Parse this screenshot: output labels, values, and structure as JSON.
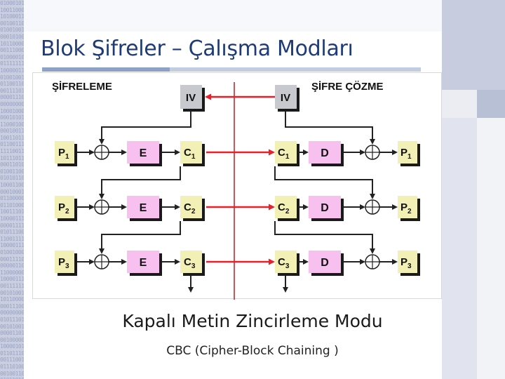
{
  "slide": {
    "title": "Blok Şifreler – Çalışma Modları",
    "subtitle": "Kapalı Metin Zincirleme Modu",
    "caption": "CBC (Cipher-Block Chaining )"
  },
  "diagram": {
    "encrypt_heading": "ŞİFRELEME",
    "decrypt_heading": "ŞİFRE ÇÖZME",
    "iv_label": "IV",
    "encrypt_block_label": "E",
    "decrypt_block_label": "D",
    "plaintext_prefix": "P",
    "ciphertext_prefix": "C",
    "block_indices": [
      "1",
      "2",
      "3"
    ]
  },
  "colors": {
    "title": "#1f3a78",
    "block_fill": "#f7c0ef",
    "text_box_fill": "#f2f0b4",
    "iv_fill": "#c8c8cf",
    "arrow_red": "#e8202a",
    "divider": "#b22222",
    "arrow_dark": "#222222"
  }
}
